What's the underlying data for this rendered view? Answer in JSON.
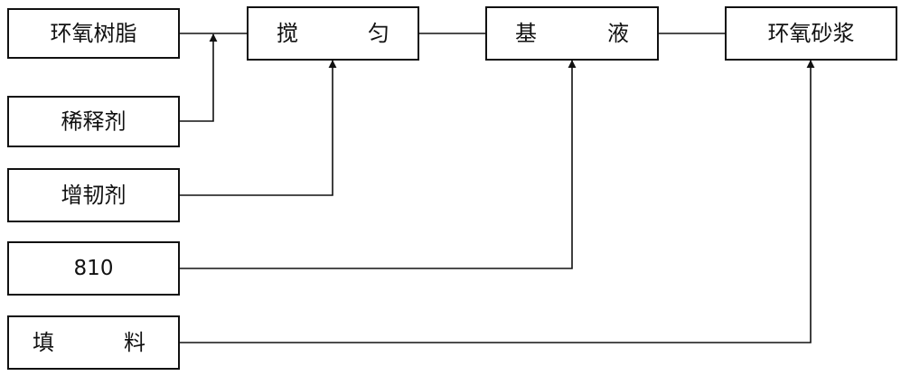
{
  "nodes": {
    "epoxy_resin": "环氧树脂",
    "diluent": "稀释剂",
    "toughener": "增韧剂",
    "agent_810": "810",
    "filler_left": "填",
    "filler_right": "料",
    "stir_left": "搅",
    "stir_right": "匀",
    "base_left": "基",
    "base_right": "液",
    "epoxy_mortar": "环氧砂浆"
  }
}
